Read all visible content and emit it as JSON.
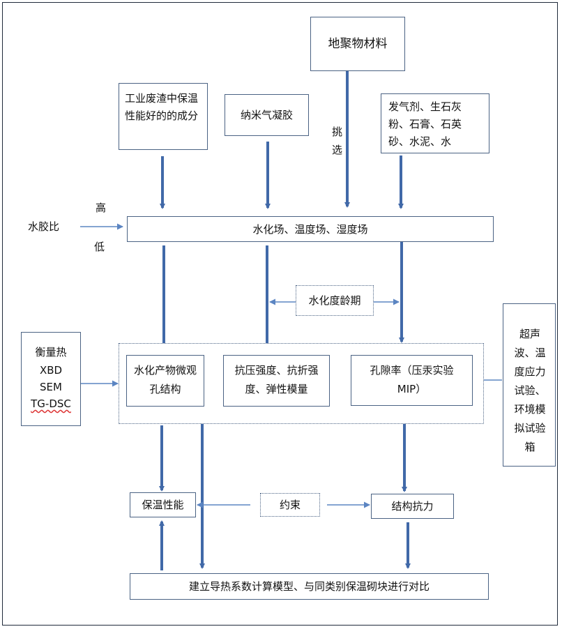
{
  "nodes": {
    "geopolymer": "地聚物材料",
    "industrial_waste": "工业废渣中保温性能好的的成分",
    "nano_aerogel": "纳米气凝胶",
    "additives": "发气剂、生石灰粉、石膏、石英砂、水泥、水",
    "fields": "水化场、温度场、湿度场",
    "hydration_age": "水化度龄期",
    "micro_pore": "水化产物微观孔结构",
    "strength": "抗压强度、抗折强度、弹性模量",
    "porosity": "孔隙率（压汞实验MIP）",
    "insulation": "保温性能",
    "constraint": "约束",
    "structural": "结构抗力",
    "final": "建立导热系数计算模型、与同类别保温砌块进行对比",
    "ultrasonic": "超声波、温度应力试验、环境模拟试验箱"
  },
  "labels": {
    "select": "挑选",
    "water_binder": "水胶比",
    "high": "高",
    "low": "低"
  },
  "methods": [
    "衡量热",
    "XBD",
    "SEM",
    "TG-DSC"
  ],
  "colors": {
    "arrow_thick": "#4169a8",
    "arrow_thin": "#5b85c2",
    "border": "#4a6283"
  }
}
